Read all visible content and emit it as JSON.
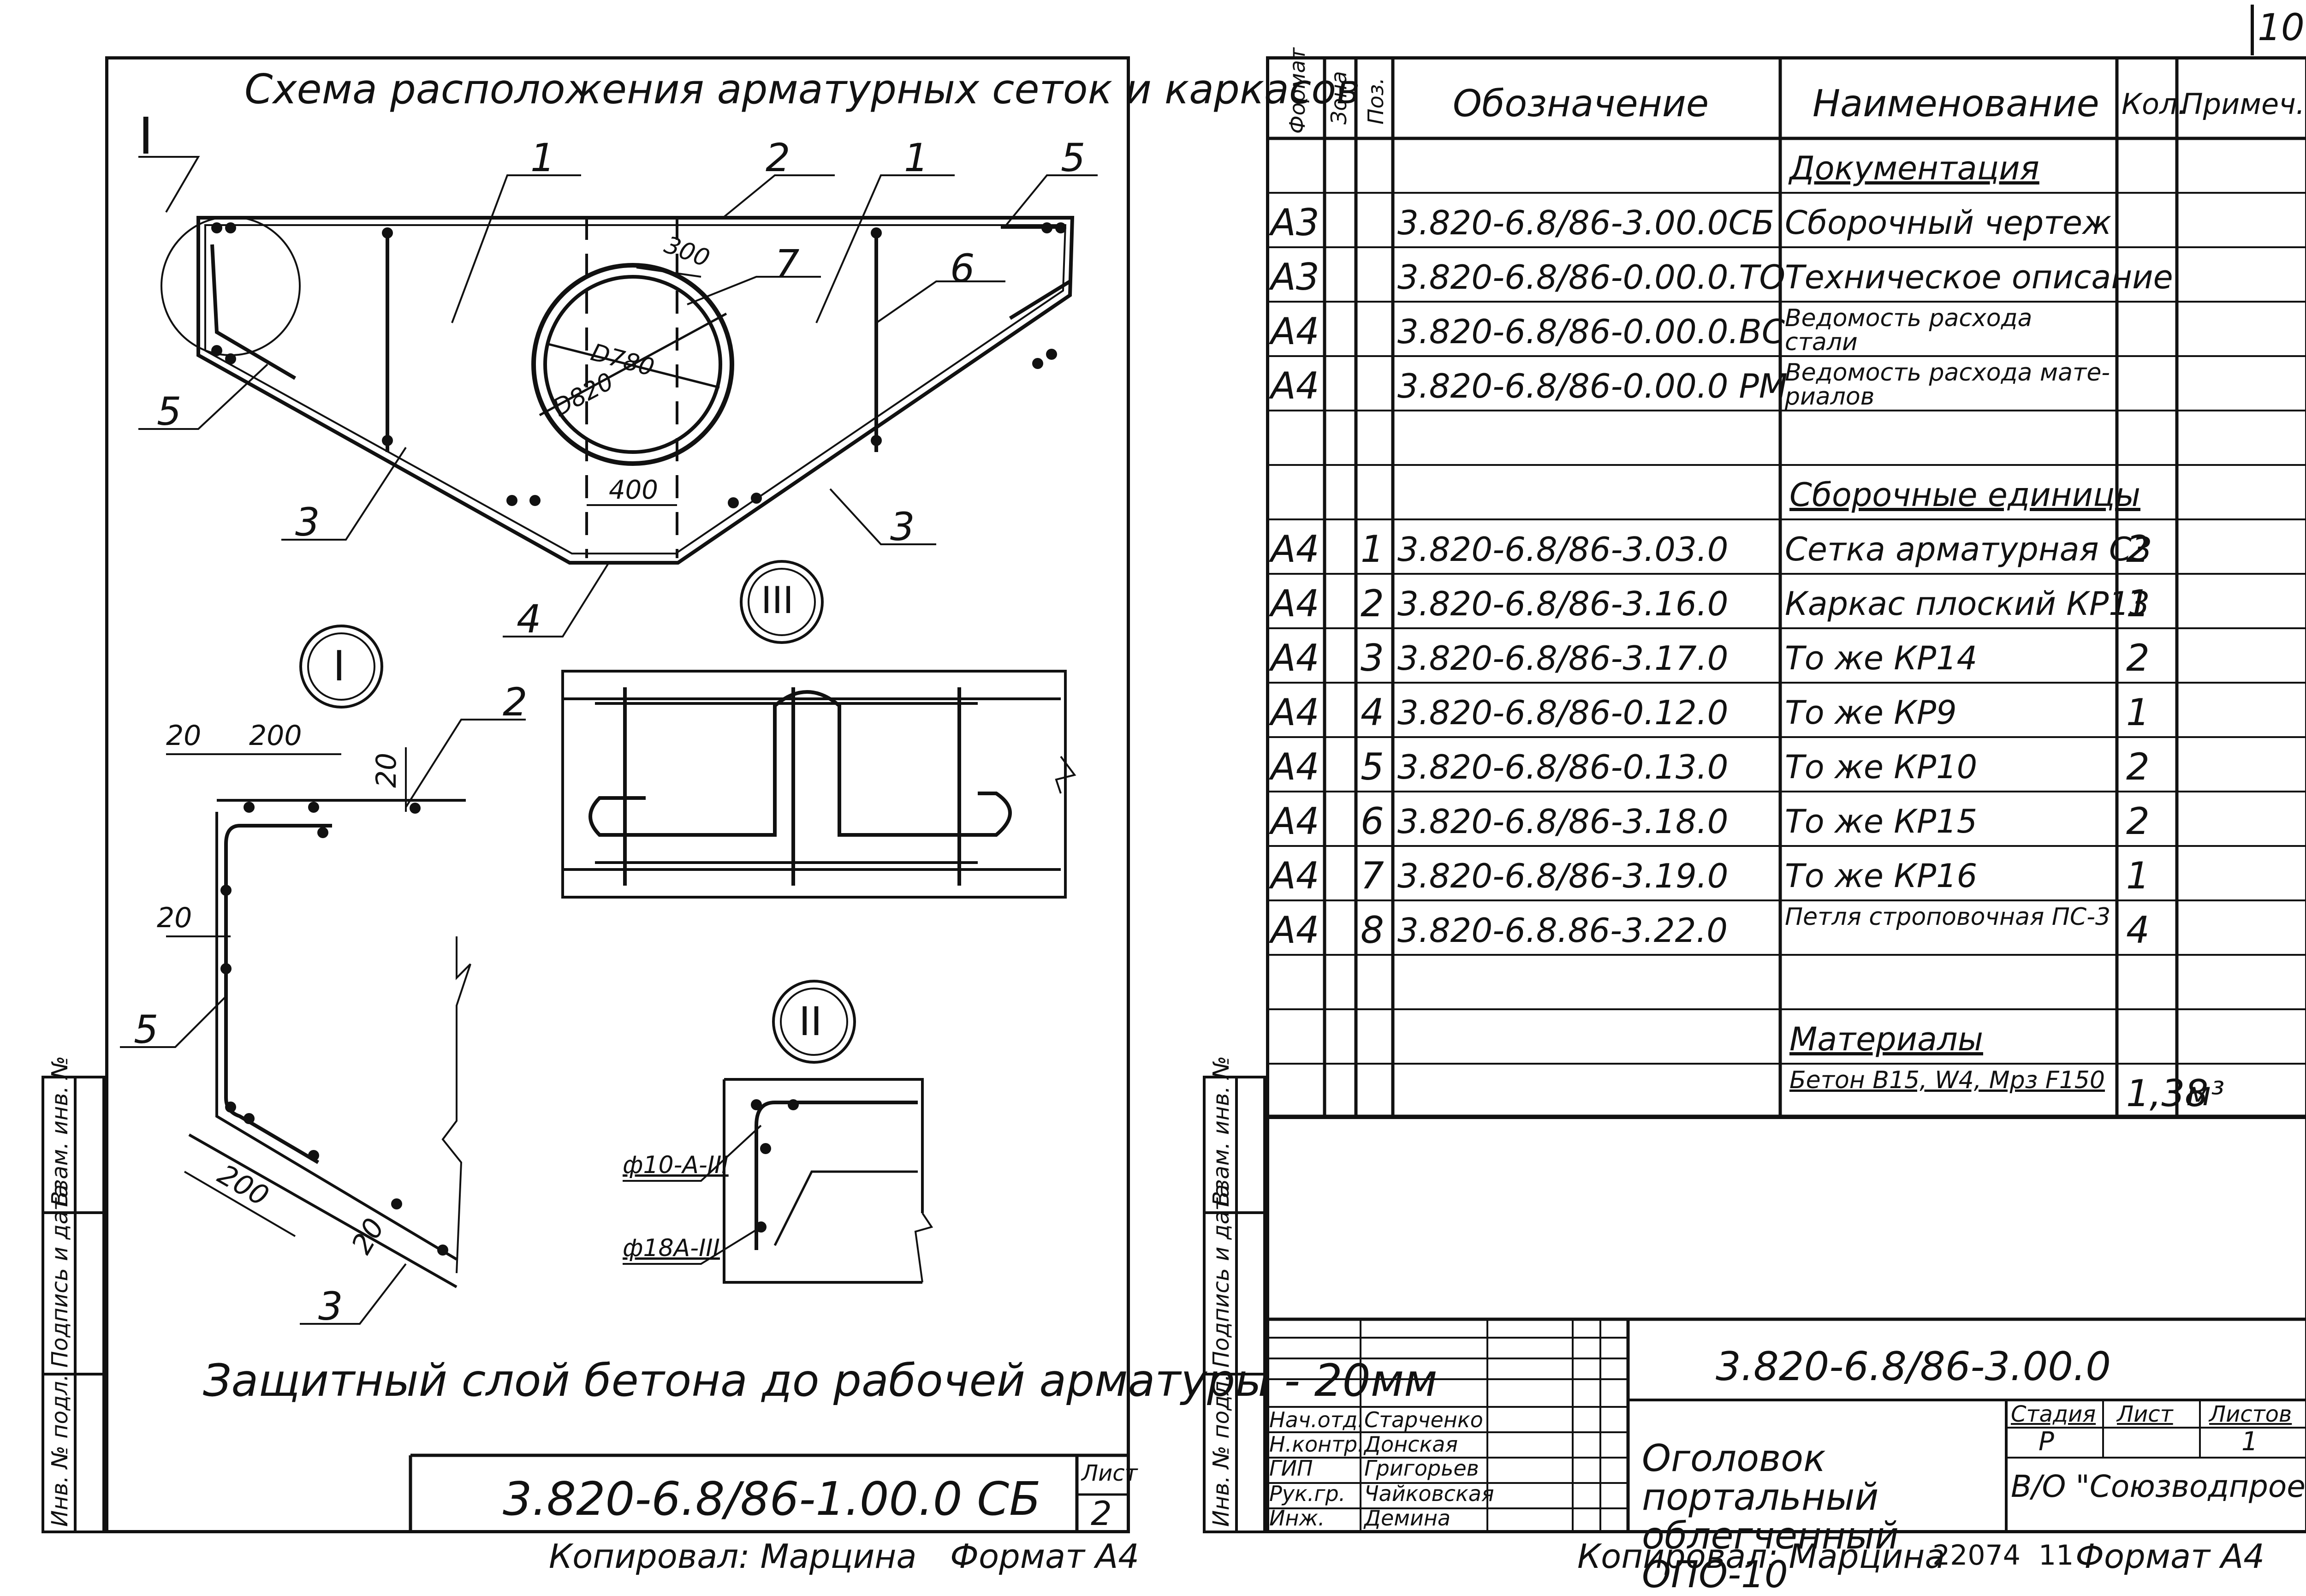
{
  "page_number_top": "10",
  "left_sheet": {
    "title": "Схема расположения арматурных сеток и каркасов",
    "callouts": {
      "c1a": "1",
      "c2a": "2",
      "c1b": "1",
      "c5a": "5",
      "c7": "7",
      "c6": "6",
      "c5b": "5",
      "c3a": "3",
      "c3b": "3",
      "c4": "4",
      "c2b": "2",
      "c5c": "5",
      "c3c": "3"
    },
    "section_marks": {
      "roman_i_top": "I",
      "roman_i_circle": "I",
      "roman_iii": "III",
      "roman_ii": "II"
    },
    "dims": {
      "d300": "300",
      "d780": "D780",
      "d820": "D820",
      "d400": "400",
      "d20a": "20",
      "d200a": "200",
      "d20b": "20",
      "d20c": "20",
      "d200b": "200",
      "d20d": "20"
    },
    "bar_labels": {
      "bar1": "ф10-А-III",
      "bar2": "ф18А-III"
    },
    "note": "Защитный слой бетона до рабочей арматуры - 20мм",
    "doc_code": "3.820-6.8/86-1.00.0 СБ",
    "sheet_label": "Лист",
    "sheet_no": "2",
    "side_stamp": [
      "Взам. инв. №",
      "Подпись и дата",
      "Инв. № подл."
    ],
    "footer_copied": "Копировал: Марцина",
    "footer_format": "Формат А4"
  },
  "right_sheet": {
    "columns": [
      "Формат",
      "Зона",
      "Поз.",
      "Обозначение",
      "Наименование",
      "Кол.",
      "Примеч."
    ],
    "rows": [
      {
        "format": "",
        "pos": "",
        "code": "",
        "name": "Документация",
        "qty": "",
        "note": ""
      },
      {
        "format": "А3",
        "pos": "",
        "code": "3.820-6.8/86-3.00.0СБ",
        "name": "Сборочный чертеж",
        "qty": "",
        "note": ""
      },
      {
        "format": "А3",
        "pos": "",
        "code": "3.820-6.8/86-0.00.0.ТО",
        "name": "Техническое описание",
        "qty": "",
        "note": ""
      },
      {
        "format": "А4",
        "pos": "",
        "code": "3.820-6.8/86-0.00.0.ВС",
        "name": "Ведомость расхода стали",
        "qty": "",
        "note": ""
      },
      {
        "format": "А4",
        "pos": "",
        "code": "3.820-6.8/86-0.00.0 РМ",
        "name": "Ведомость расхода мате-риалов",
        "qty": "",
        "note": ""
      },
      {
        "format": "",
        "pos": "",
        "code": "",
        "name": "",
        "qty": "",
        "note": ""
      },
      {
        "format": "",
        "pos": "",
        "code": "",
        "name": "Сборочные единицы",
        "qty": "",
        "note": ""
      },
      {
        "format": "А4",
        "pos": "1",
        "code": "3.820-6.8/86-3.03.0",
        "name": "Сетка арматурная С3",
        "qty": "2",
        "note": ""
      },
      {
        "format": "А4",
        "pos": "2",
        "code": "3.820-6.8/86-3.16.0",
        "name": "Каркас плоский КР13",
        "qty": "1",
        "note": ""
      },
      {
        "format": "А4",
        "pos": "3",
        "code": "3.820-6.8/86-3.17.0",
        "name": "То же КР14",
        "qty": "2",
        "note": ""
      },
      {
        "format": "А4",
        "pos": "4",
        "code": "3.820-6.8/86-0.12.0",
        "name": "То же КР9",
        "qty": "1",
        "note": ""
      },
      {
        "format": "А4",
        "pos": "5",
        "code": "3.820-6.8/86-0.13.0",
        "name": "То же КР10",
        "qty": "2",
        "note": ""
      },
      {
        "format": "А4",
        "pos": "6",
        "code": "3.820-6.8/86-3.18.0",
        "name": "То же КР15",
        "qty": "2",
        "note": ""
      },
      {
        "format": "А4",
        "pos": "7",
        "code": "3.820-6.8/86-3.19.0",
        "name": "То же КР16",
        "qty": "1",
        "note": ""
      },
      {
        "format": "А4",
        "pos": "8",
        "code": "3.820-6.8.86-3.22.0",
        "name": "Петля строповочная ПС-3",
        "qty": "4",
        "note": ""
      },
      {
        "format": "",
        "pos": "",
        "code": "",
        "name": "",
        "qty": "",
        "note": ""
      },
      {
        "format": "",
        "pos": "",
        "code": "",
        "name": "Материалы",
        "qty": "",
        "note": ""
      },
      {
        "format": "",
        "pos": "",
        "code": "",
        "name": "Бетон В15, W4, Мрз F150",
        "qty": "1,38",
        "note": "м³"
      }
    ],
    "stamp": {
      "doc_code": "3.820-6.8/86-3.00.0",
      "title": "Оголовок портальный облегченный ОПО-10",
      "roles": [
        "Нач.отд.",
        "Н.контр.",
        "ГИП",
        "Рук.гр.",
        "Инж."
      ],
      "names": [
        "Старченко",
        "Донская",
        "Григорьев",
        "Чайковская",
        "Демина"
      ],
      "stage_label": "Стадия",
      "sheet_label": "Лист",
      "sheets_label": "Листов",
      "stage": "Р",
      "sheets": "1",
      "org": "В/О \"Союзводпроект\""
    },
    "side_stamp": [
      "Взам. инв. №",
      "Подпись и дата",
      "Инв. № подл."
    ],
    "footer_copied": "Копировал: Марцина",
    "footer_order": "22074",
    "footer_num": "11",
    "footer_format": "Формат А4"
  }
}
